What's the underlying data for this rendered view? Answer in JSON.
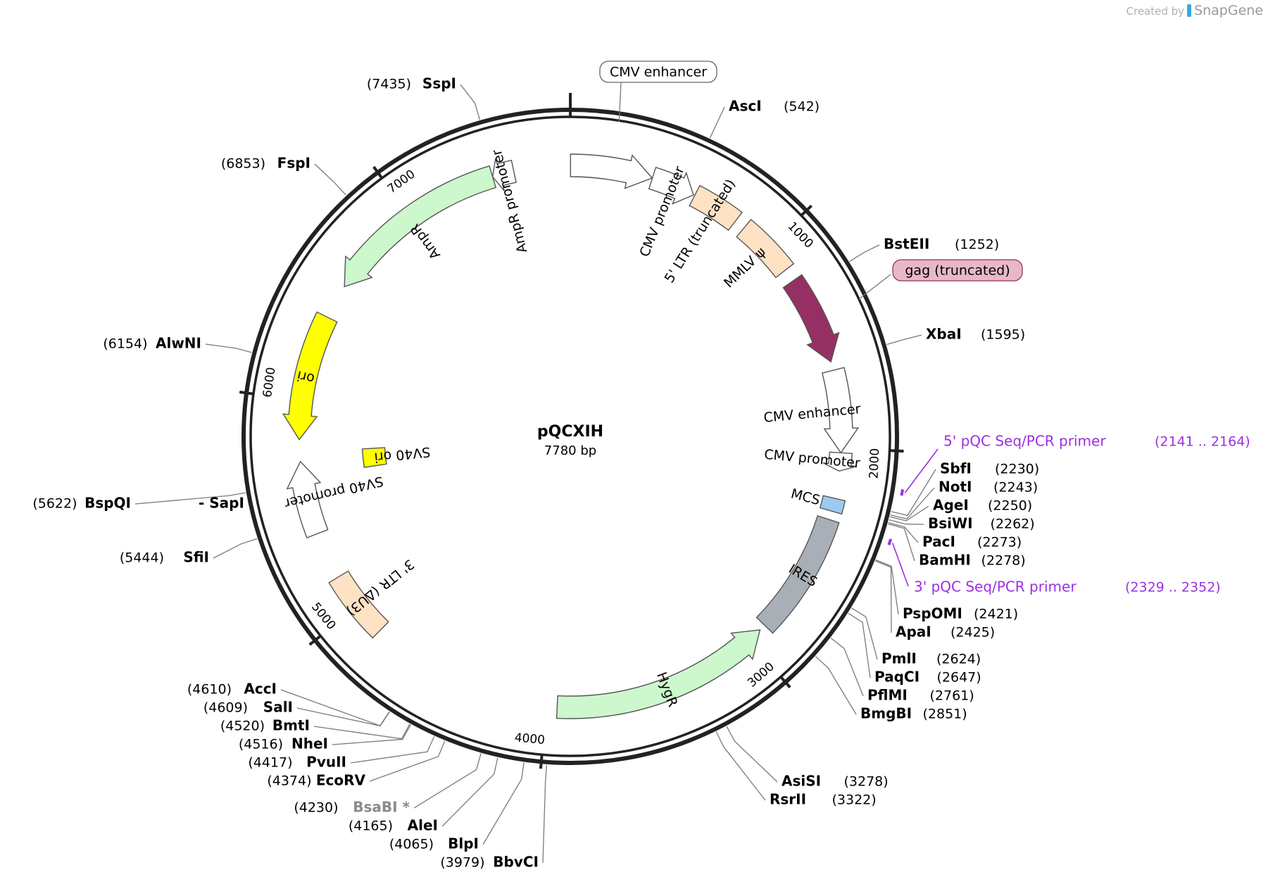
{
  "app": {
    "credit_prefix": "Created by",
    "credit_brand": "SnapGene"
  },
  "plasmid": {
    "name": "pQCXIH",
    "length_label": "7780 bp",
    "length": 7780
  },
  "ruler": [
    {
      "label": "1000",
      "bp": 1000
    },
    {
      "label": "2000",
      "bp": 2000
    },
    {
      "label": "3000",
      "bp": 3000
    },
    {
      "label": "4000",
      "bp": 4000
    },
    {
      "label": "5000",
      "bp": 5000
    },
    {
      "label": "6000",
      "bp": 6000
    },
    {
      "label": "7000",
      "bp": 7000
    }
  ],
  "features": [
    {
      "name": "CMV enhancer",
      "kind": "arrow",
      "dir": 1,
      "start": 1,
      "end": 380,
      "fill": "#ffffff",
      "label_boxed": true
    },
    {
      "name": "CMV promoter",
      "kind": "arrow",
      "dir": 1,
      "start": 381,
      "end": 584,
      "fill": "#ffffff"
    },
    {
      "name": "5' LTR (truncated)",
      "kind": "box",
      "start": 590,
      "end": 810,
      "fill": "#fde2c4"
    },
    {
      "name": "MMLV ψ",
      "kind": "box",
      "start": 860,
      "end": 1130,
      "fill": "#fde2c4"
    },
    {
      "name": "gag (truncated)",
      "kind": "arrow",
      "dir": 1,
      "start": 1190,
      "end": 1600,
      "fill": "#962f63",
      "label_boxed": true,
      "label_fill": "#e8b8c8"
    },
    {
      "name": "CMV enhancer",
      "kind": "arrow",
      "dir": 1,
      "start": 1640,
      "end": 2020,
      "fill": "#ffffff"
    },
    {
      "name": "CMV promoter",
      "kind": "arrow",
      "dir": 1,
      "start": 2020,
      "end": 2104,
      "fill": "#ffffff"
    },
    {
      "name": "MCS",
      "kind": "box",
      "start": 2230,
      "end": 2290,
      "fill": "#9cc9f0"
    },
    {
      "name": "IRES",
      "kind": "box",
      "start": 2330,
      "end": 2900,
      "fill": "#a9afb6"
    },
    {
      "name": "HygR",
      "kind": "arrow",
      "dir": -1,
      "start": 2930,
      "end": 3950,
      "fill": "#cdf7cd"
    },
    {
      "name": "3' LTR (ΔU3)",
      "kind": "box",
      "start": 4850,
      "end": 5160,
      "fill": "#fde2c4"
    },
    {
      "name": "SV40 promoter",
      "kind": "arrow",
      "dir": 1,
      "start": 5380,
      "end": 5720,
      "fill": "#ffffff"
    },
    {
      "name": "SV40 ori",
      "kind": "box",
      "start": 5650,
      "end": 5760,
      "fill": "#ffff00"
    },
    {
      "name": "ori",
      "kind": "arrow",
      "dir": -1,
      "start": 5820,
      "end": 6400,
      "fill": "#ffff00"
    },
    {
      "name": "AmpR",
      "kind": "arrow",
      "dir": -1,
      "start": 6560,
      "end": 7420,
      "fill": "#cdf7cd"
    },
    {
      "name": "AmpR promoter",
      "kind": "arrow",
      "dir": -1,
      "start": 7420,
      "end": 7520,
      "fill": "#ffffff"
    }
  ],
  "sites": [
    {
      "name": "AscI",
      "pos": "(542)",
      "bp": 542
    },
    {
      "name": "BstEII",
      "pos": "(1252)",
      "bp": 1252
    },
    {
      "name": "XbaI",
      "pos": "(1595)",
      "bp": 1595
    },
    {
      "name": "SbfI",
      "pos": "(2230)",
      "bp": 2230
    },
    {
      "name": "NotI",
      "pos": "(2243)",
      "bp": 2243
    },
    {
      "name": "AgeI",
      "pos": "(2250)",
      "bp": 2250
    },
    {
      "name": "BsiWI",
      "pos": "(2262)",
      "bp": 2262
    },
    {
      "name": "PacI",
      "pos": "(2273)",
      "bp": 2273
    },
    {
      "name": "BamHI",
      "pos": "(2278)",
      "bp": 2278
    },
    {
      "name": "PspOMI",
      "pos": "(2421)",
      "bp": 2421
    },
    {
      "name": "ApaI",
      "pos": "(2425)",
      "bp": 2425
    },
    {
      "name": "PmlI",
      "pos": "(2624)",
      "bp": 2624
    },
    {
      "name": "PaqCI",
      "pos": "(2647)",
      "bp": 2647
    },
    {
      "name": "PflMI",
      "pos": "(2761)",
      "bp": 2761
    },
    {
      "name": "BmgBI",
      "pos": "(2851)",
      "bp": 2851
    },
    {
      "name": "AsiSI",
      "pos": "(3278)",
      "bp": 3278
    },
    {
      "name": "RsrII",
      "pos": "(3322)",
      "bp": 3322
    },
    {
      "name": "BbvCI",
      "pos": "(3979)",
      "bp": 3979
    },
    {
      "name": "BlpI",
      "pos": "(4065)",
      "bp": 4065
    },
    {
      "name": "AleI",
      "pos": "(4165)",
      "bp": 4165
    },
    {
      "name": "BsaBI *",
      "pos": "(4230)",
      "bp": 4230,
      "grey": true
    },
    {
      "name": "EcoRV",
      "pos": "(4374)",
      "bp": 4374
    },
    {
      "name": "PvuII",
      "pos": "(4417)",
      "bp": 4417
    },
    {
      "name": "NheI",
      "pos": "(4516)",
      "bp": 4516
    },
    {
      "name": "BmtI",
      "pos": "(4520)",
      "bp": 4520
    },
    {
      "name": "SalI",
      "pos": "(4609)",
      "bp": 4609
    },
    {
      "name": "AccI",
      "pos": "(4610)",
      "bp": 4610
    },
    {
      "name": "SfiI",
      "pos": "(5444)",
      "bp": 5444
    },
    {
      "name": "BspQI",
      "pos": "(5622)",
      "bp": 5622,
      "alias": "SapI"
    },
    {
      "name": "AlwNI",
      "pos": "(6154)",
      "bp": 6154
    },
    {
      "name": "FspI",
      "pos": "(6853)",
      "bp": 6853
    },
    {
      "name": "SspI",
      "pos": "(7435)",
      "bp": 7435
    }
  ],
  "primers": [
    {
      "name": "5' pQC Seq/PCR primer",
      "range": "(2141 .. 2164)",
      "start": 2141,
      "end": 2164
    },
    {
      "name": "3' pQC Seq/PCR primer",
      "range": "(2329 .. 2352)",
      "start": 2329,
      "end": 2352
    }
  ],
  "colors": {
    "primer": "#9b30e0",
    "backbone": "#222222",
    "leader": "#777777",
    "grey_site": "#8a8a8a"
  }
}
